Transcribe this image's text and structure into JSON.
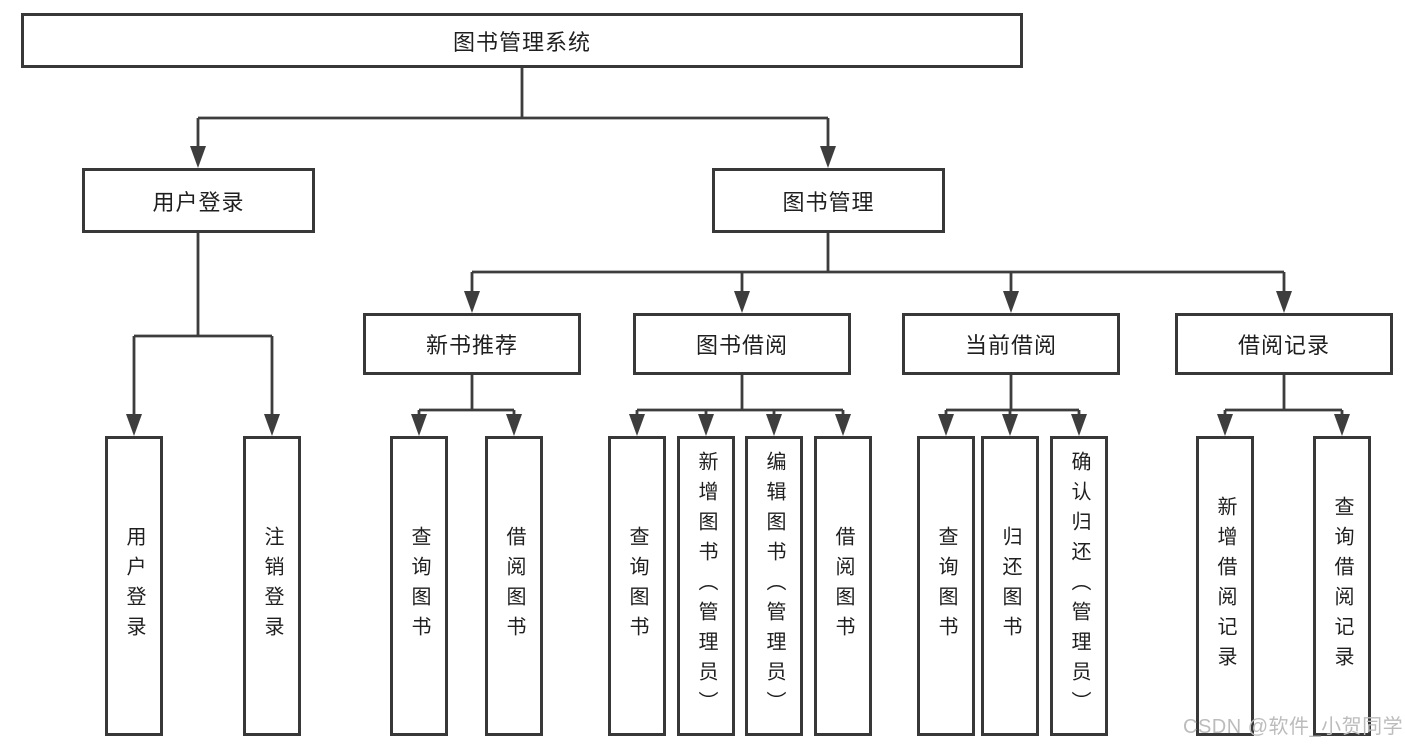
{
  "diagram": {
    "root": {
      "label": "图书管理系统",
      "children": [
        {
          "label": "用户登录",
          "children": [
            {
              "label": "用户登录"
            },
            {
              "label": "注销登录"
            }
          ]
        },
        {
          "label": "图书管理",
          "children": [
            {
              "label": "新书推荐",
              "children": [
                {
                  "label": "查询图书"
                },
                {
                  "label": "借阅图书"
                }
              ]
            },
            {
              "label": "图书借阅",
              "children": [
                {
                  "label": "查询图书"
                },
                {
                  "label": "新增图书（管理员）"
                },
                {
                  "label": "编辑图书（管理员）"
                },
                {
                  "label": "借阅图书"
                }
              ]
            },
            {
              "label": "当前借阅",
              "children": [
                {
                  "label": "查询图书"
                },
                {
                  "label": "归还图书"
                },
                {
                  "label": "确认归还（管理员）"
                }
              ]
            },
            {
              "label": "借阅记录",
              "children": [
                {
                  "label": "新增借阅记录"
                },
                {
                  "label": "查询借阅记录"
                }
              ]
            }
          ]
        }
      ]
    }
  },
  "watermark": "CSDN @软件_小贺同学",
  "colors": {
    "line": "#3d3d3d",
    "box_border": "#383838",
    "text": "#1f1f1f",
    "watermark": "#bcbcbc",
    "background": "#ffffff"
  }
}
